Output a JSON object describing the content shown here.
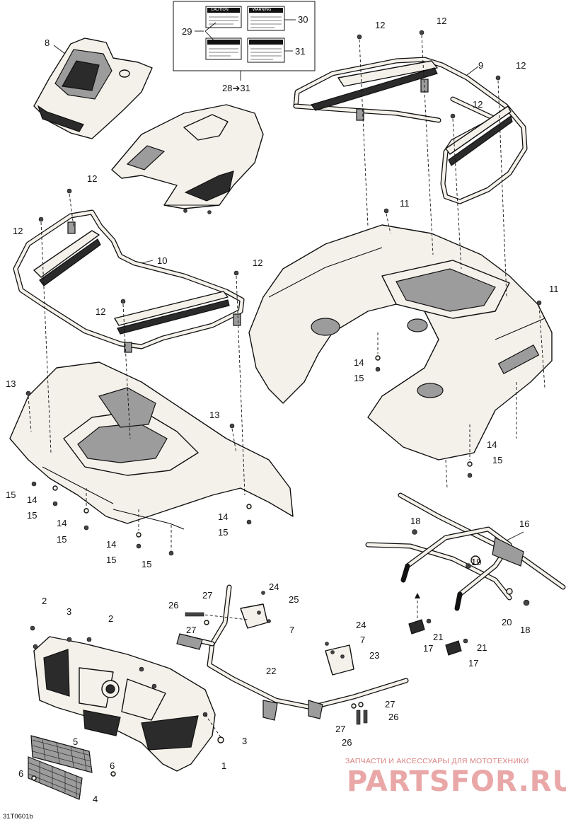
{
  "diagram": {
    "reference_code": "31T0601b",
    "sticker_texts": {
      "caution": "CAUTION",
      "warning": "WARNING"
    },
    "callouts": [
      {
        "label": "8"
      },
      {
        "label": "29"
      },
      {
        "label": "30"
      },
      {
        "label": "31"
      },
      {
        "label": "28➔31"
      },
      {
        "label": "12"
      },
      {
        "label": "12"
      },
      {
        "label": "9"
      },
      {
        "label": "12"
      },
      {
        "label": "12"
      },
      {
        "label": "12"
      },
      {
        "label": "12"
      },
      {
        "label": "10"
      },
      {
        "label": "12"
      },
      {
        "label": "12"
      },
      {
        "label": "11"
      },
      {
        "label": "11"
      },
      {
        "label": "14"
      },
      {
        "label": "15"
      },
      {
        "label": "13"
      },
      {
        "label": "13"
      },
      {
        "label": "14"
      },
      {
        "label": "15"
      },
      {
        "label": "15"
      },
      {
        "label": "14"
      },
      {
        "label": "15"
      },
      {
        "label": "14"
      },
      {
        "label": "15"
      },
      {
        "label": "14"
      },
      {
        "label": "15"
      },
      {
        "label": "15"
      },
      {
        "label": "15"
      },
      {
        "label": "14"
      },
      {
        "label": "15"
      },
      {
        "label": "18"
      },
      {
        "label": "16"
      },
      {
        "label": "19"
      },
      {
        "label": "20"
      },
      {
        "label": "18"
      },
      {
        "label": "21"
      },
      {
        "label": "17"
      },
      {
        "label": "21"
      },
      {
        "label": "17"
      },
      {
        "label": "2"
      },
      {
        "label": "3"
      },
      {
        "label": "2"
      },
      {
        "label": "27"
      },
      {
        "label": "24"
      },
      {
        "label": "25"
      },
      {
        "label": "26"
      },
      {
        "label": "27"
      },
      {
        "label": "7"
      },
      {
        "label": "24"
      },
      {
        "label": "7"
      },
      {
        "label": "23"
      },
      {
        "label": "22"
      },
      {
        "label": "27"
      },
      {
        "label": "26"
      },
      {
        "label": "27"
      },
      {
        "label": "26"
      },
      {
        "label": "5"
      },
      {
        "label": "3"
      },
      {
        "label": "1"
      },
      {
        "label": "6"
      },
      {
        "label": "6"
      },
      {
        "label": "4"
      }
    ]
  },
  "watermark": {
    "tagline": "ЗАПЧАСТИ И АКСЕССУАРЫ ДЛЯ МОТОТЕХНИКИ",
    "brand": "PARTSFOR.RU",
    "color": "#e9a7a7"
  }
}
